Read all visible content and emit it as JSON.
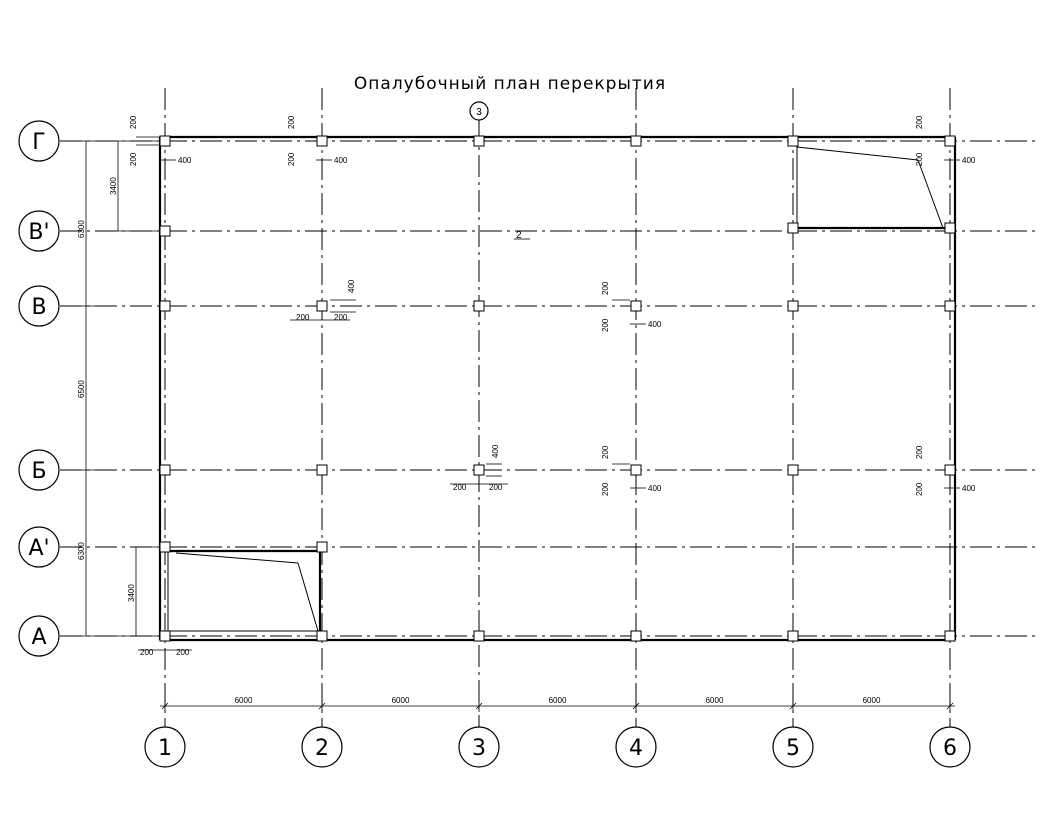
{
  "title": "Опалубочный план перекрытия",
  "top_marker": "3",
  "slab_mark": "2",
  "column_axes": [
    "1",
    "2",
    "3",
    "4",
    "5",
    "6"
  ],
  "row_axes": [
    "Г",
    "В'",
    "В",
    "Б",
    "А'",
    "А"
  ],
  "bay_dims": [
    "6000",
    "6000",
    "6000",
    "6000",
    "6000"
  ],
  "left_dims": {
    "top_overall": "6300",
    "middle": "6500",
    "bottom_overall": "6300",
    "top_sub": "3400",
    "bottom_sub": "3400"
  },
  "col_dims": {
    "half": "200",
    "full": "400"
  },
  "colors": {
    "ink": "#000000",
    "paper": "#ffffff"
  }
}
